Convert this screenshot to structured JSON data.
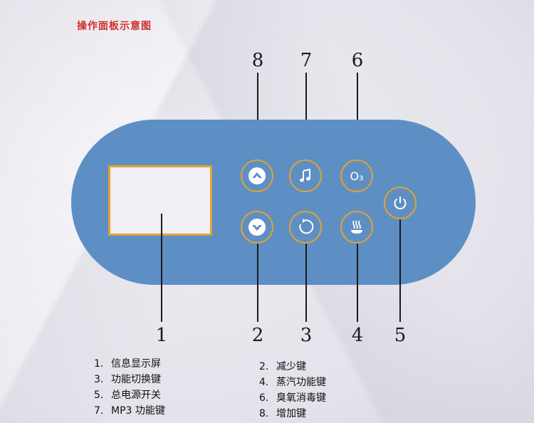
{
  "title": "操作面板示意图",
  "colors": {
    "panel": "#5d8fc4",
    "ring": "#e2a230",
    "title": "#cf2f2a"
  },
  "buttons": {
    "up": {
      "icon": "up-arrow-icon"
    },
    "music": {
      "icon": "music-note-icon"
    },
    "ozone": {
      "icon": "ozone-icon",
      "label": "O₃"
    },
    "down": {
      "icon": "down-arrow-icon"
    },
    "cycle": {
      "icon": "cycle-icon"
    },
    "steam": {
      "icon": "steam-icon"
    },
    "power": {
      "icon": "power-icon"
    }
  },
  "callouts": {
    "top": [
      "8",
      "7",
      "6"
    ],
    "bottom": [
      "1",
      "2",
      "3",
      "4",
      "5"
    ]
  },
  "legend_left": [
    {
      "n": "1.",
      "text": "信息显示屏"
    },
    {
      "n": "3.",
      "text": "功能切换键"
    },
    {
      "n": "5.",
      "text": "总电源开关"
    },
    {
      "n": "7.",
      "text": "MP3 功能键"
    }
  ],
  "legend_right": [
    {
      "n": "2.",
      "text": "减少键"
    },
    {
      "n": "4.",
      "text": "蒸汽功能键"
    },
    {
      "n": "6.",
      "text": "臭氧消毒键"
    },
    {
      "n": "8.",
      "text": "增加键"
    }
  ]
}
